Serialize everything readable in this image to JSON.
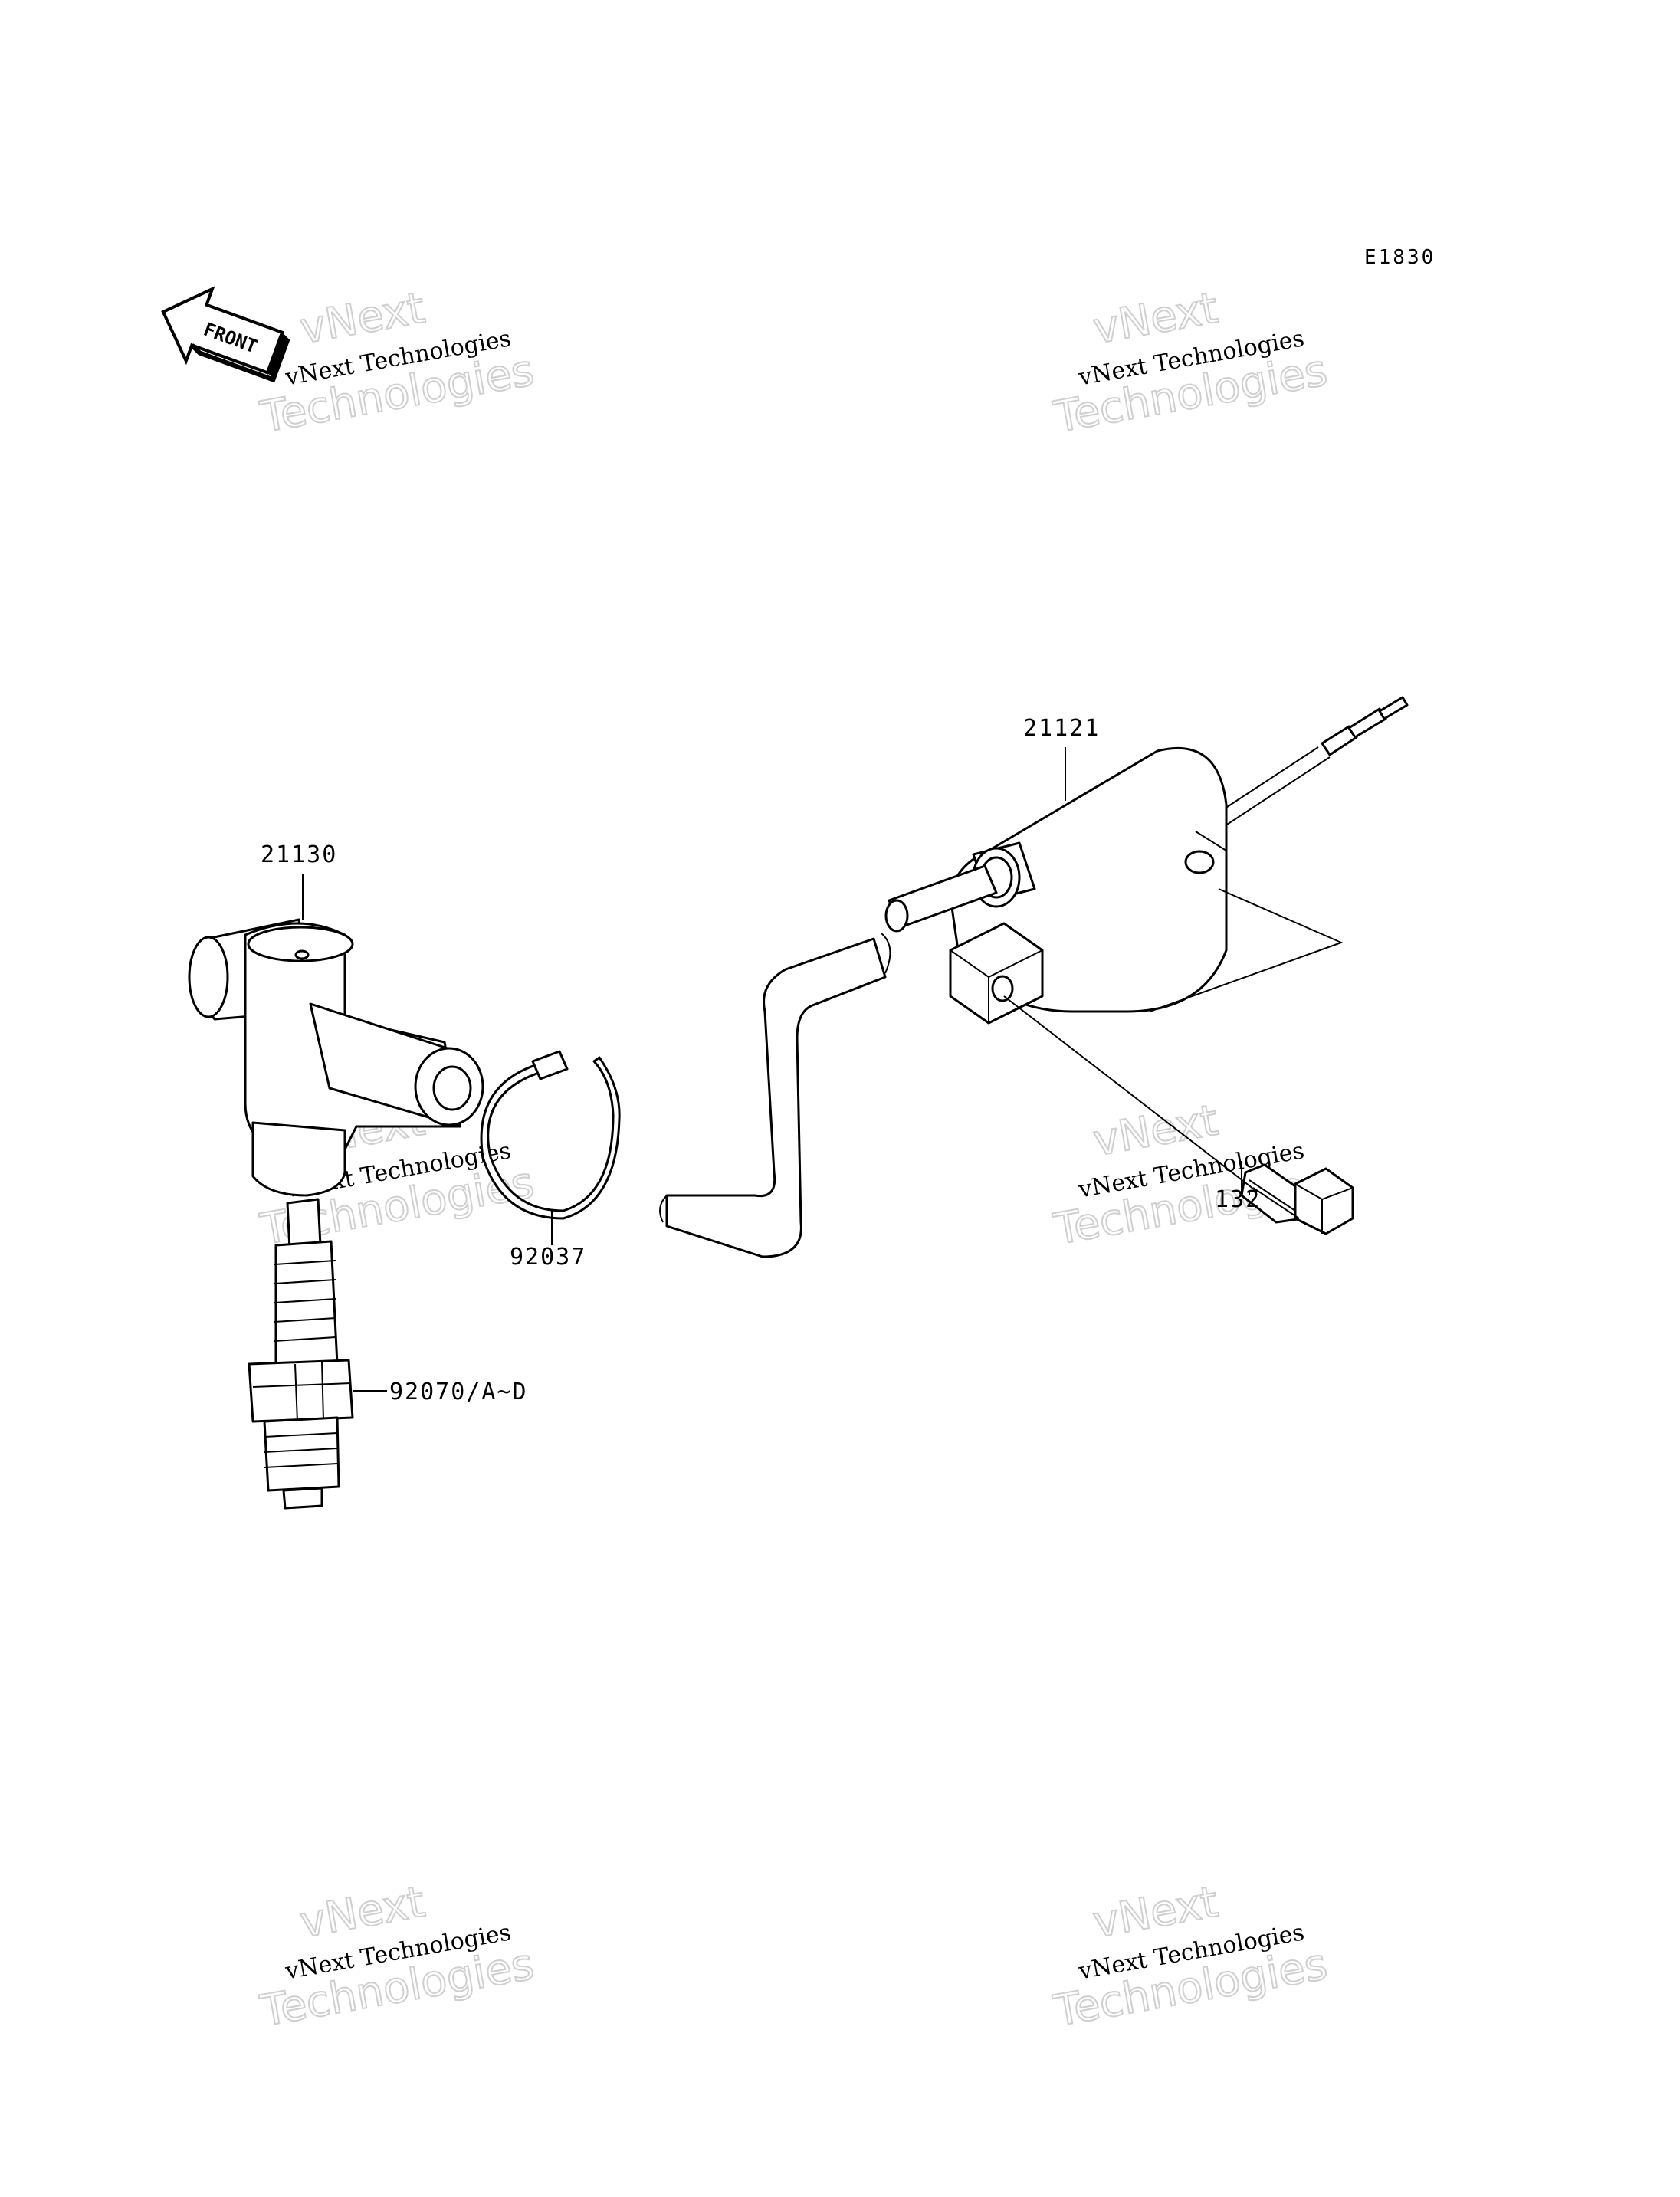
{
  "diagram": {
    "code": "E1830",
    "front_label": "FRONT",
    "watermark": {
      "line_top": "vNext",
      "line_mid": "vNext Technologies",
      "line_bottom": "Technologies"
    },
    "parts": {
      "ignition_coil": "21121",
      "plug_cap": "21130",
      "clamp": "92037",
      "spark_plug": "92070/A~D",
      "bolt": "132"
    }
  }
}
